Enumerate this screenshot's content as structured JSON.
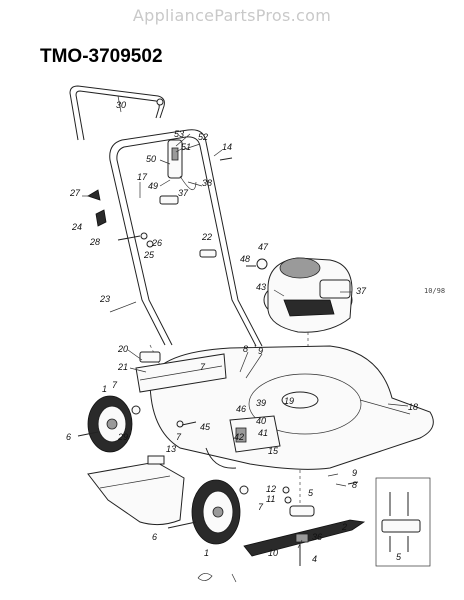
{
  "watermark": "AppliancePartsPros.com",
  "model_number": "TMO-3709502",
  "corner_code": "10/98",
  "callouts": [
    "30",
    "53",
    "52",
    "51",
    "14",
    "50",
    "17",
    "49",
    "38",
    "27",
    "37",
    "24",
    "26",
    "22",
    "28",
    "25",
    "48",
    "47",
    "23",
    "43",
    "37",
    "20",
    "8",
    "9",
    "21",
    "7",
    "1",
    "7",
    "46",
    "39",
    "19",
    "18",
    "6",
    "29",
    "7",
    "45",
    "40",
    "41",
    "13",
    "42",
    "15",
    "9",
    "8",
    "12",
    "11",
    "5",
    "7",
    "2",
    "6",
    "36",
    "10",
    "4",
    "1",
    "5"
  ]
}
